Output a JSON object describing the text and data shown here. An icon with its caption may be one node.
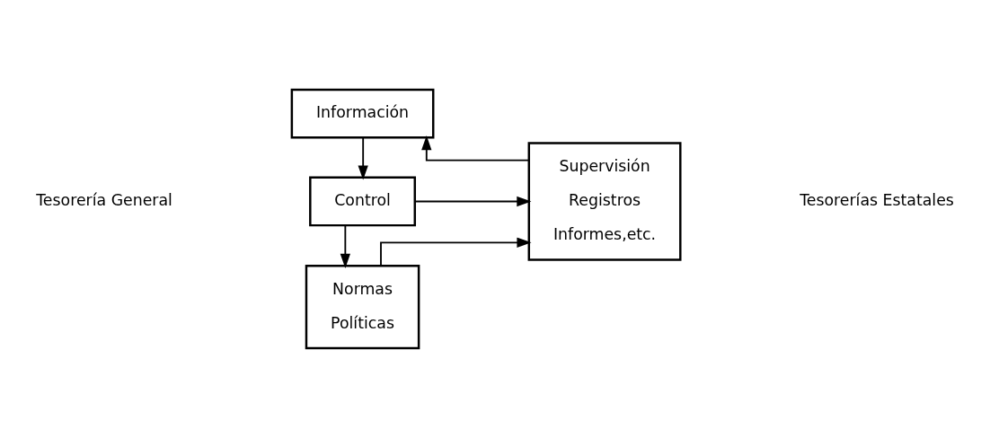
{
  "diagram": {
    "nodes": [
      {
        "text": [
          "Normas",
          "Políticas"
        ]
      },
      {
        "text": [
          "Control"
        ]
      },
      {
        "text": [
          "Supervisión",
          "Registros",
          "Informes,etc."
        ]
      },
      {
        "text": [
          "Información"
        ]
      }
    ],
    "edges": [
      {
        "from": 0,
        "to": 2,
        "arrow": "to"
      },
      {
        "from": 1,
        "to": 0,
        "arrow": "to"
      },
      {
        "from": 1,
        "to": 2,
        "arrow": "to"
      },
      {
        "from": 2,
        "to": 3,
        "arrow": "to"
      },
      {
        "from": 3,
        "to": 1,
        "arrow": "to"
      }
    ],
    "labels": [
      "Tesorería General",
      "Tesorerías Estatales"
    ]
  }
}
